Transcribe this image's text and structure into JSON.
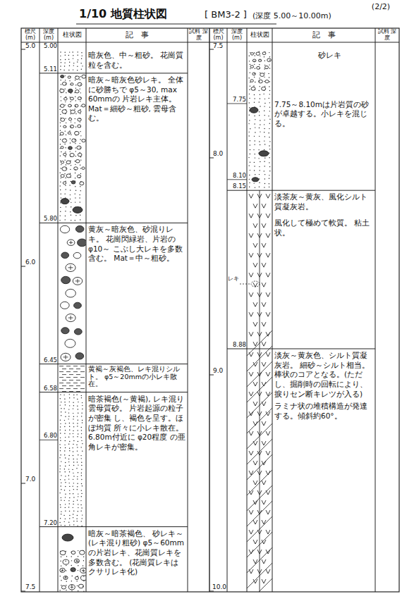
{
  "diagram": {
    "title": "1/10 地質柱状図",
    "nodes": [
      {
        "text": [
          "暗灰色、中～粗砂。 花崗質粒を含む。"
        ]
      },
      {
        "text": [
          "暗灰～暗灰色砂レキ。 全体に砂勝ちで φ5～30, max 60mmの 片岩レキ主体。 Mat＝細砂～粗砂, 雲母含む。"
        ]
      },
      {
        "text": [
          "黄灰～暗灰色、砂混りレキ。 花崗閃緑岩、片岩のφ10～ こぶし大レキを多数含む。 Mat＝中～粗砂。"
        ]
      },
      {
        "text": [
          "黄褐～灰褐色、レキ混りシルト。 φ5～20mmの小レキ散在。"
        ]
      },
      {
        "text": [
          "暗茶褐色(～黄褐), レキ混り雲母質砂。 片岩起源の粒子が密集 し、褐色を呈す。ほぼ均質 所々に小レキ散在。",
          "6.80m付近に φ20程度 の亜角レキが密集。"
        ]
      },
      {
        "text": [
          "暗灰～暗茶褐色、 砂レキ～(レキ混り粗砂) φ5～60mmの片岩レキ、花崗質レキを多数含む。 (花崗質レキはクサリレキ化)"
        ]
      },
      {
        "text": [
          "砂レキ",
          "7.75～8.10mは片岩質の砂が卓越する。小レキを混じる。"
        ]
      },
      {
        "text": [
          "淡茶灰～黄灰、風化シルト質凝灰岩。",
          "風化して極めて軟質。 粘土状。"
        ]
      },
      {
        "text": [
          "淡灰～黄灰色、シルト質凝灰岩。 細砂～シルト相当。棒状のコアとなる。(ただし、掘削時の回転により、捩りセン断キレツが入る)",
          "ラミナ状の堆積構造が発達する。傾斜約60°。"
        ]
      }
    ],
    "labels": [
      "(2/2)",
      "[ BM3-2 ]",
      "(深度 5.00～10.00m)",
      "標尺 (m)",
      "深度 (m)",
      "柱状図",
      "記　事",
      "試料 深度",
      "標尺 (m)",
      "深度 (m)",
      "柱状図",
      "記　事",
      "試料 深度",
      "5.0",
      "6.0",
      "7.0",
      "7.5",
      "7.5",
      "8.0",
      "9.0",
      "10.0",
      "5.00",
      "5.11",
      "5.80",
      "6.45",
      "6.58",
      "6.80",
      "7.20",
      "7.75",
      "8.10",
      "8.15",
      "8.88",
      "レキ"
    ]
  }
}
